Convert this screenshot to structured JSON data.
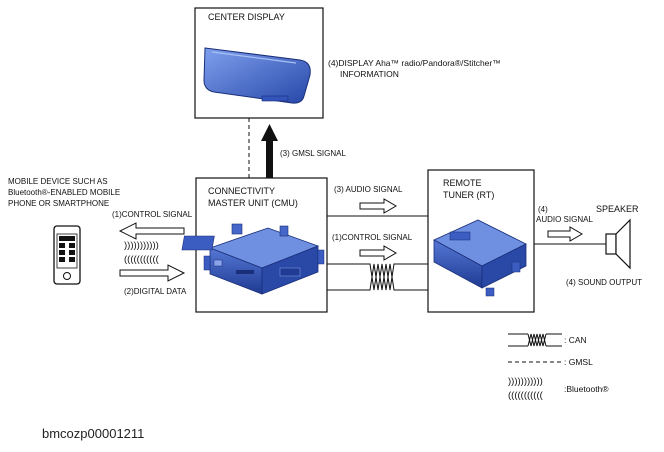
{
  "boxes": {
    "center_display": "CENTER DISPLAY",
    "cmu_line1": "CONNECTIVITY",
    "cmu_line2": "MASTER UNIT (CMU)",
    "rt_line1": "REMOTE",
    "rt_line2": "TUNER (RT)"
  },
  "labels": {
    "display_info_line1": "(4)DISPLAY Aha™ radio/Pandora®/Stitcher™",
    "display_info_line2": "INFORMATION",
    "gmsl_signal": "(3) GMSL SIGNAL",
    "audio_signal_cmu": "(3) AUDIO SIGNAL",
    "control_signal_cmu": "(1)CONTROL SIGNAL",
    "audio_signal_rt": "AUDIO SIGNAL",
    "audio_signal_rt_num": "(4)",
    "speaker": "SPEAKER",
    "sound_output": "(4) SOUND OUTPUT",
    "mobile_line1": "MOBILE DEVICE SUCH AS",
    "mobile_line2": "Bluetooth®-ENABLED MOBILE",
    "mobile_line3": "PHONE OR SMARTPHONE",
    "control_signal_mobile": "(1)CONTROL SIGNAL",
    "digital_data": "(2)DIGITAL DATA",
    "bt_waves_top": ")))))))))))",
    "bt_waves_bottom": "((((((((((("
  },
  "legend": {
    "can": ": CAN",
    "gmsl": ": GMSL",
    "bluetooth": ":Bluetooth®",
    "bt_waves_top": ")))))))))))",
    "bt_waves_bottom": "((((((((((("
  },
  "doc_id": "bmcozp00001211",
  "colors": {
    "device_blue": "#2d4fb0",
    "device_light": "#6f8fe0",
    "line": "#111111"
  }
}
